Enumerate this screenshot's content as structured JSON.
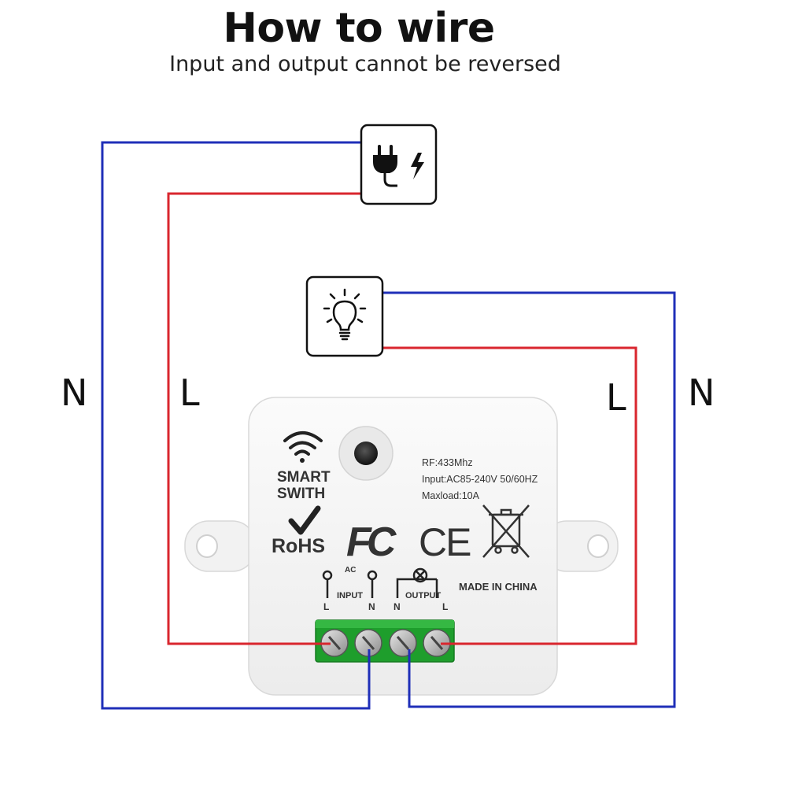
{
  "header": {
    "title": "How to wire",
    "subtitle": "Input and output cannot be reversed"
  },
  "wire_labels": {
    "outer_left": "N",
    "inner_left": "L",
    "inner_right": "L",
    "outer_right": "N"
  },
  "icons": {
    "power_source": "power-plug-lightning-icon",
    "light_load": "light-bulb-icon"
  },
  "colors": {
    "neutral_wire": "#1f2fb8",
    "live_wire": "#d9262e",
    "terminal_block": "#1e9e2c"
  },
  "device": {
    "logo_line1": "SMART",
    "logo_line2": "SWITH",
    "spec_rf": "RF:433Mhz",
    "spec_input": "Input:AC85-240V 50/60HZ",
    "spec_maxload": "Maxload:10A",
    "rohs": "RoHS",
    "fc": "FC",
    "ce": "CE",
    "ac": "AC",
    "input_label": "INPUT",
    "output_label": "OUTPUT",
    "made_in": "MADE IN CHINA",
    "term_in_l": "L",
    "term_in_n": "N",
    "term_out_n": "N",
    "term_out_l": "L"
  }
}
